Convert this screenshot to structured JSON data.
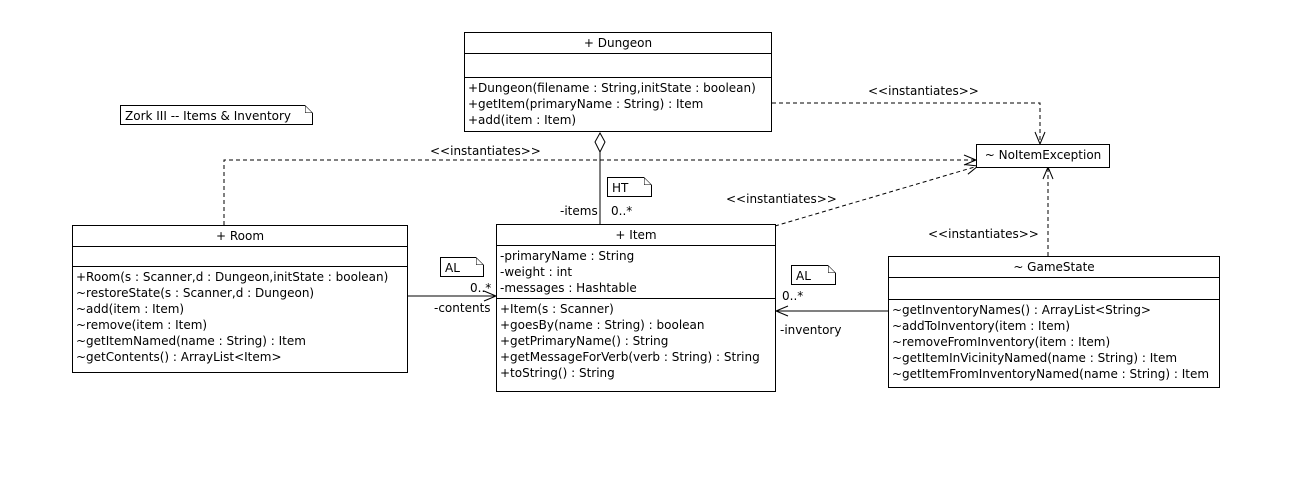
{
  "diagram": {
    "note_title": "Zork III -- Items & Inventory",
    "classes": {
      "dungeon": {
        "title": "+ Dungeon",
        "attributes": [],
        "operations": [
          "+Dungeon(filename : String,initState : boolean)",
          "+getItem(primaryName : String) : Item",
          "+add(item : Item)"
        ]
      },
      "no_item_exception": {
        "title": "~ NoItemException"
      },
      "room": {
        "title": "+ Room",
        "attributes": [],
        "operations": [
          "+Room(s : Scanner,d : Dungeon,initState : boolean)",
          "~restoreState(s : Scanner,d : Dungeon)",
          "~add(item : Item)",
          "~remove(item : Item)",
          "~getItemNamed(name : String) : Item",
          "~getContents() : ArrayList<Item>"
        ]
      },
      "item": {
        "title": "+ Item",
        "attributes": [
          "-primaryName : String",
          "-weight : int",
          "-messages : Hashtable"
        ],
        "operations": [
          "+Item(s : Scanner)",
          "+goesBy(name : String) : boolean",
          "+getPrimaryName() : String",
          "+getMessageForVerb(verb : String) : String",
          "+toString() : String"
        ]
      },
      "game_state": {
        "title": "~ GameState",
        "attributes": [],
        "operations": [
          "~getInventoryNames() : ArrayList<String>",
          "~addToInventory(item : Item)",
          "~removeFromInventory(item : Item)",
          "~getItemInVicinityNamed(name : String) : Item",
          "~getItemFromInventoryNamed(name : String) : Item"
        ]
      }
    },
    "notes": {
      "ht": "HT",
      "al_room": "AL",
      "al_gamestate": "AL"
    },
    "labels": {
      "instantiates_dungeon": "<<instantiates>>",
      "instantiates_room": "<<instantiates>>",
      "instantiates_item": "<<instantiates>>",
      "instantiates_gamestate": "<<instantiates>>",
      "items_role": "-items",
      "items_mult": "0..*",
      "contents_role": "-contents",
      "contents_mult": "0..*",
      "inventory_role": "-inventory",
      "inventory_mult": "0..*"
    }
  }
}
